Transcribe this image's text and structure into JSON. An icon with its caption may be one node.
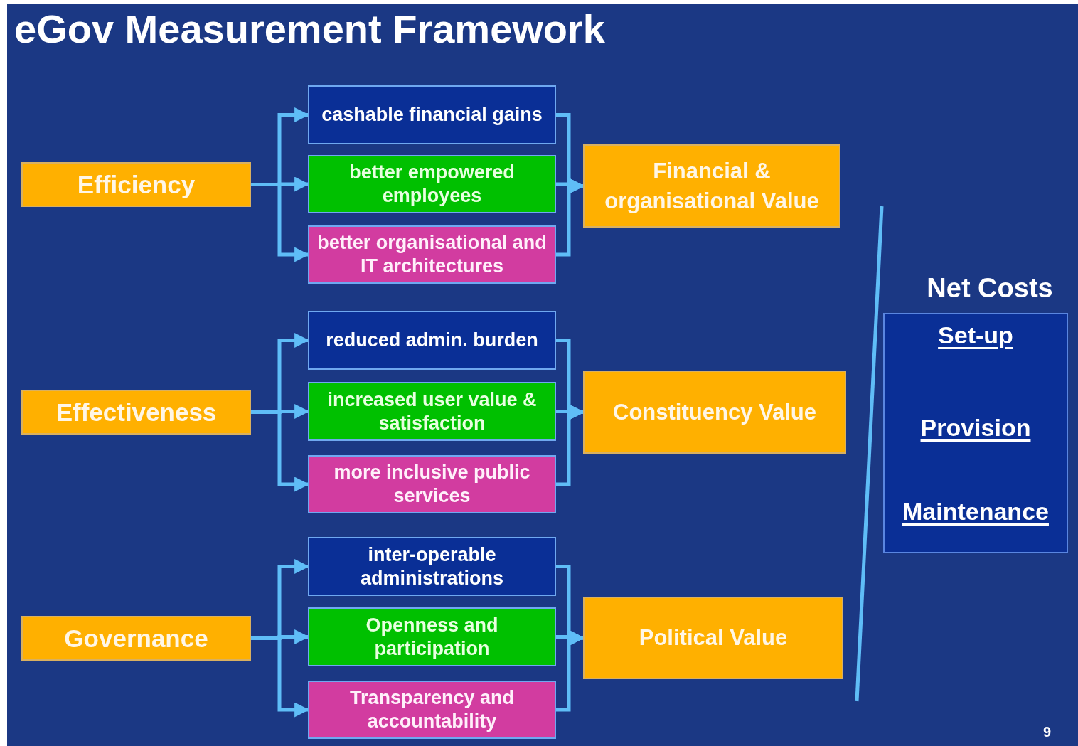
{
  "diagram": {
    "title": "eGov Measurement Framework",
    "nodes": [
      {
        "text": [
          "Efficiency"
        ]
      },
      {
        "text": [
          "cashable financial gains"
        ]
      },
      {
        "text": [
          "better empowered employees"
        ]
      },
      {
        "text": [
          "better organisational and IT architectures"
        ]
      },
      {
        "text": [
          "Financial & organisational Value"
        ]
      },
      {
        "text": [
          "Effectiveness"
        ]
      },
      {
        "text": [
          "reduced admin. burden"
        ]
      },
      {
        "text": [
          "increased user value & satisfaction"
        ]
      },
      {
        "text": [
          "more inclusive public services"
        ]
      },
      {
        "text": [
          "Constituency Value"
        ]
      },
      {
        "text": [
          "Governance"
        ]
      },
      {
        "text": [
          "inter-operable administrations"
        ]
      },
      {
        "text": [
          "Openness and participation"
        ]
      },
      {
        "text": [
          "Transparency and accountability"
        ]
      },
      {
        "text": [
          "Political Value"
        ]
      },
      {
        "text": [
          "Net Costs",
          "Set-up",
          "Provision",
          "Maintenance"
        ]
      }
    ],
    "edges": [
      {
        "from": 0,
        "to": 1,
        "arrow": "to"
      },
      {
        "from": 0,
        "to": 2,
        "arrow": "to"
      },
      {
        "from": 0,
        "to": 3,
        "arrow": "to"
      },
      {
        "from": 1,
        "to": 4,
        "arrow": "to"
      },
      {
        "from": 2,
        "to": 4,
        "arrow": "to"
      },
      {
        "from": 3,
        "to": 4,
        "arrow": "to"
      },
      {
        "from": 5,
        "to": 6,
        "arrow": "to"
      },
      {
        "from": 5,
        "to": 7,
        "arrow": "to"
      },
      {
        "from": 5,
        "to": 8,
        "arrow": "to"
      },
      {
        "from": 6,
        "to": 9,
        "arrow": "to"
      },
      {
        "from": 7,
        "to": 9,
        "arrow": "to"
      },
      {
        "from": 8,
        "to": 9,
        "arrow": "to"
      },
      {
        "from": 10,
        "to": 11,
        "arrow": "to"
      },
      {
        "from": 10,
        "to": 12,
        "arrow": "to"
      },
      {
        "from": 10,
        "to": 13,
        "arrow": "to"
      },
      {
        "from": 11,
        "to": 14,
        "arrow": "to"
      },
      {
        "from": 12,
        "to": 14,
        "arrow": "to"
      },
      {
        "from": 13,
        "to": 14,
        "arrow": "to"
      }
    ],
    "labels": [
      "9"
    ]
  }
}
